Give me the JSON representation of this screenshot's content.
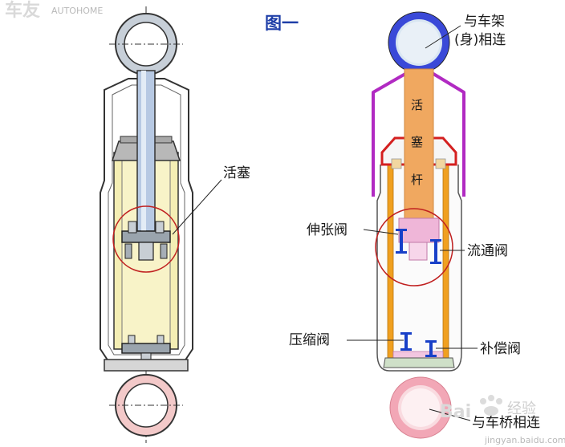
{
  "title": "图一",
  "labels": {
    "piston": "活塞",
    "frame_connect_line1": "与车架",
    "frame_connect_line2": "(身)相连",
    "rebound_valve": "伸张阀",
    "flow_valve": "流通阀",
    "compression_valve": "压缩阀",
    "compensation_valve": "补偿阀",
    "axle_connect": "与车桥相连"
  },
  "rod_text": [
    "活",
    "塞",
    "杆"
  ],
  "watermarks": {
    "top_left_logo": "车友",
    "top_left_text": "AUTOHOME",
    "baidu_brand": "Bai",
    "baidu_cn": "经验",
    "baidu_url": "jingyan.baidu.com"
  },
  "colors": {
    "title": "#1f3fa8",
    "top_ring": "#3a49d8",
    "bottom_ring": "#f2a7b6",
    "outer_tube": "#b12ac2",
    "seal_cap": "#d42020",
    "piston_rod": "#f0a860",
    "cylinder_wall": "#f0a020",
    "valve_blue": "#1840c8",
    "highlight_circle": "#c02020"
  }
}
